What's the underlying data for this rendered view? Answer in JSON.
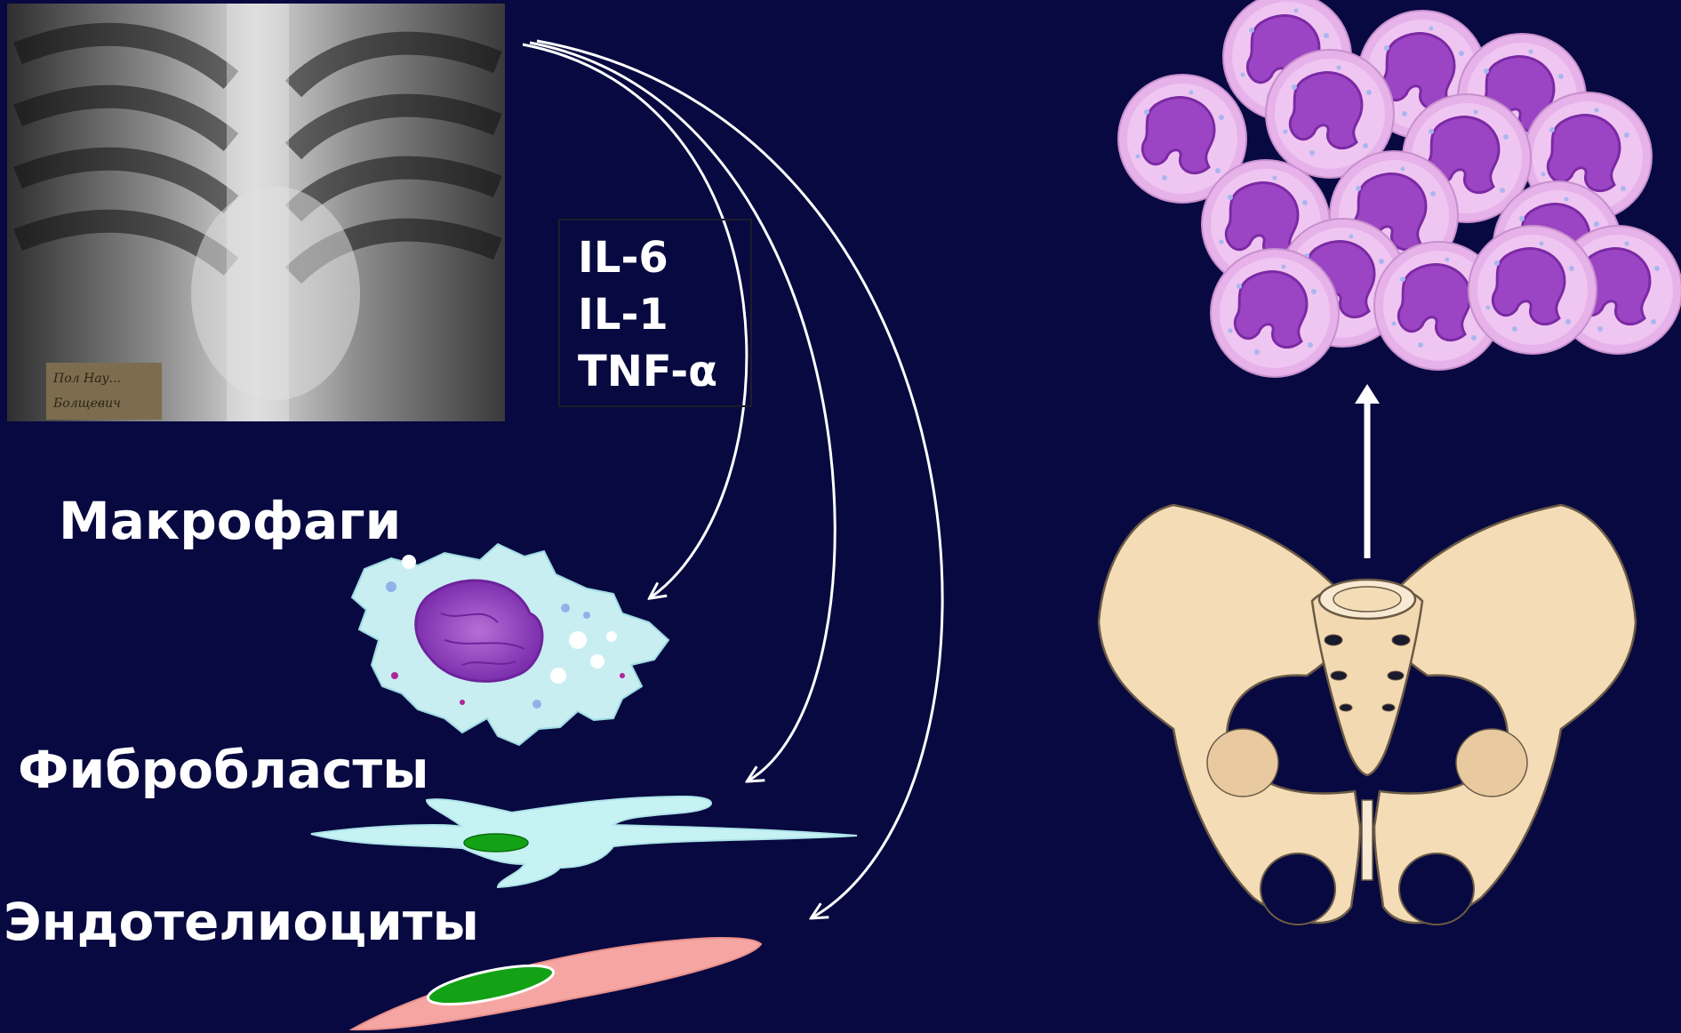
{
  "cytokines": [
    "IL-6",
    "IL-1",
    "TNF-α"
  ],
  "cells": {
    "macrophages": "Макрофаги",
    "fibroblasts": "Фибробласты",
    "endotheliocytes": "Эндотелиоциты"
  },
  "xray_tag": {
    "line1": "Пол  Нау...",
    "line2": "Болщевич"
  },
  "colors": {
    "background": "#070940",
    "arrows": "#ffffff",
    "neutrophil_cytoplasm": "#e6b2e9",
    "neutrophil_nucleus": "#9c45c4",
    "macrophage_body": "#c8eef2",
    "macrophage_nucleus": "#8f2cc0",
    "fibroblast_body": "#c7f2f4",
    "cell_nucleus_green": "#13a215",
    "endothelium_body": "#f5a6a2",
    "bone": "#f4dcb7"
  },
  "icons": [
    "chest-xray-image",
    "neutrophil-cluster",
    "macrophage-cell",
    "fibroblast-cell",
    "endothelial-cell",
    "pelvis-bone"
  ]
}
